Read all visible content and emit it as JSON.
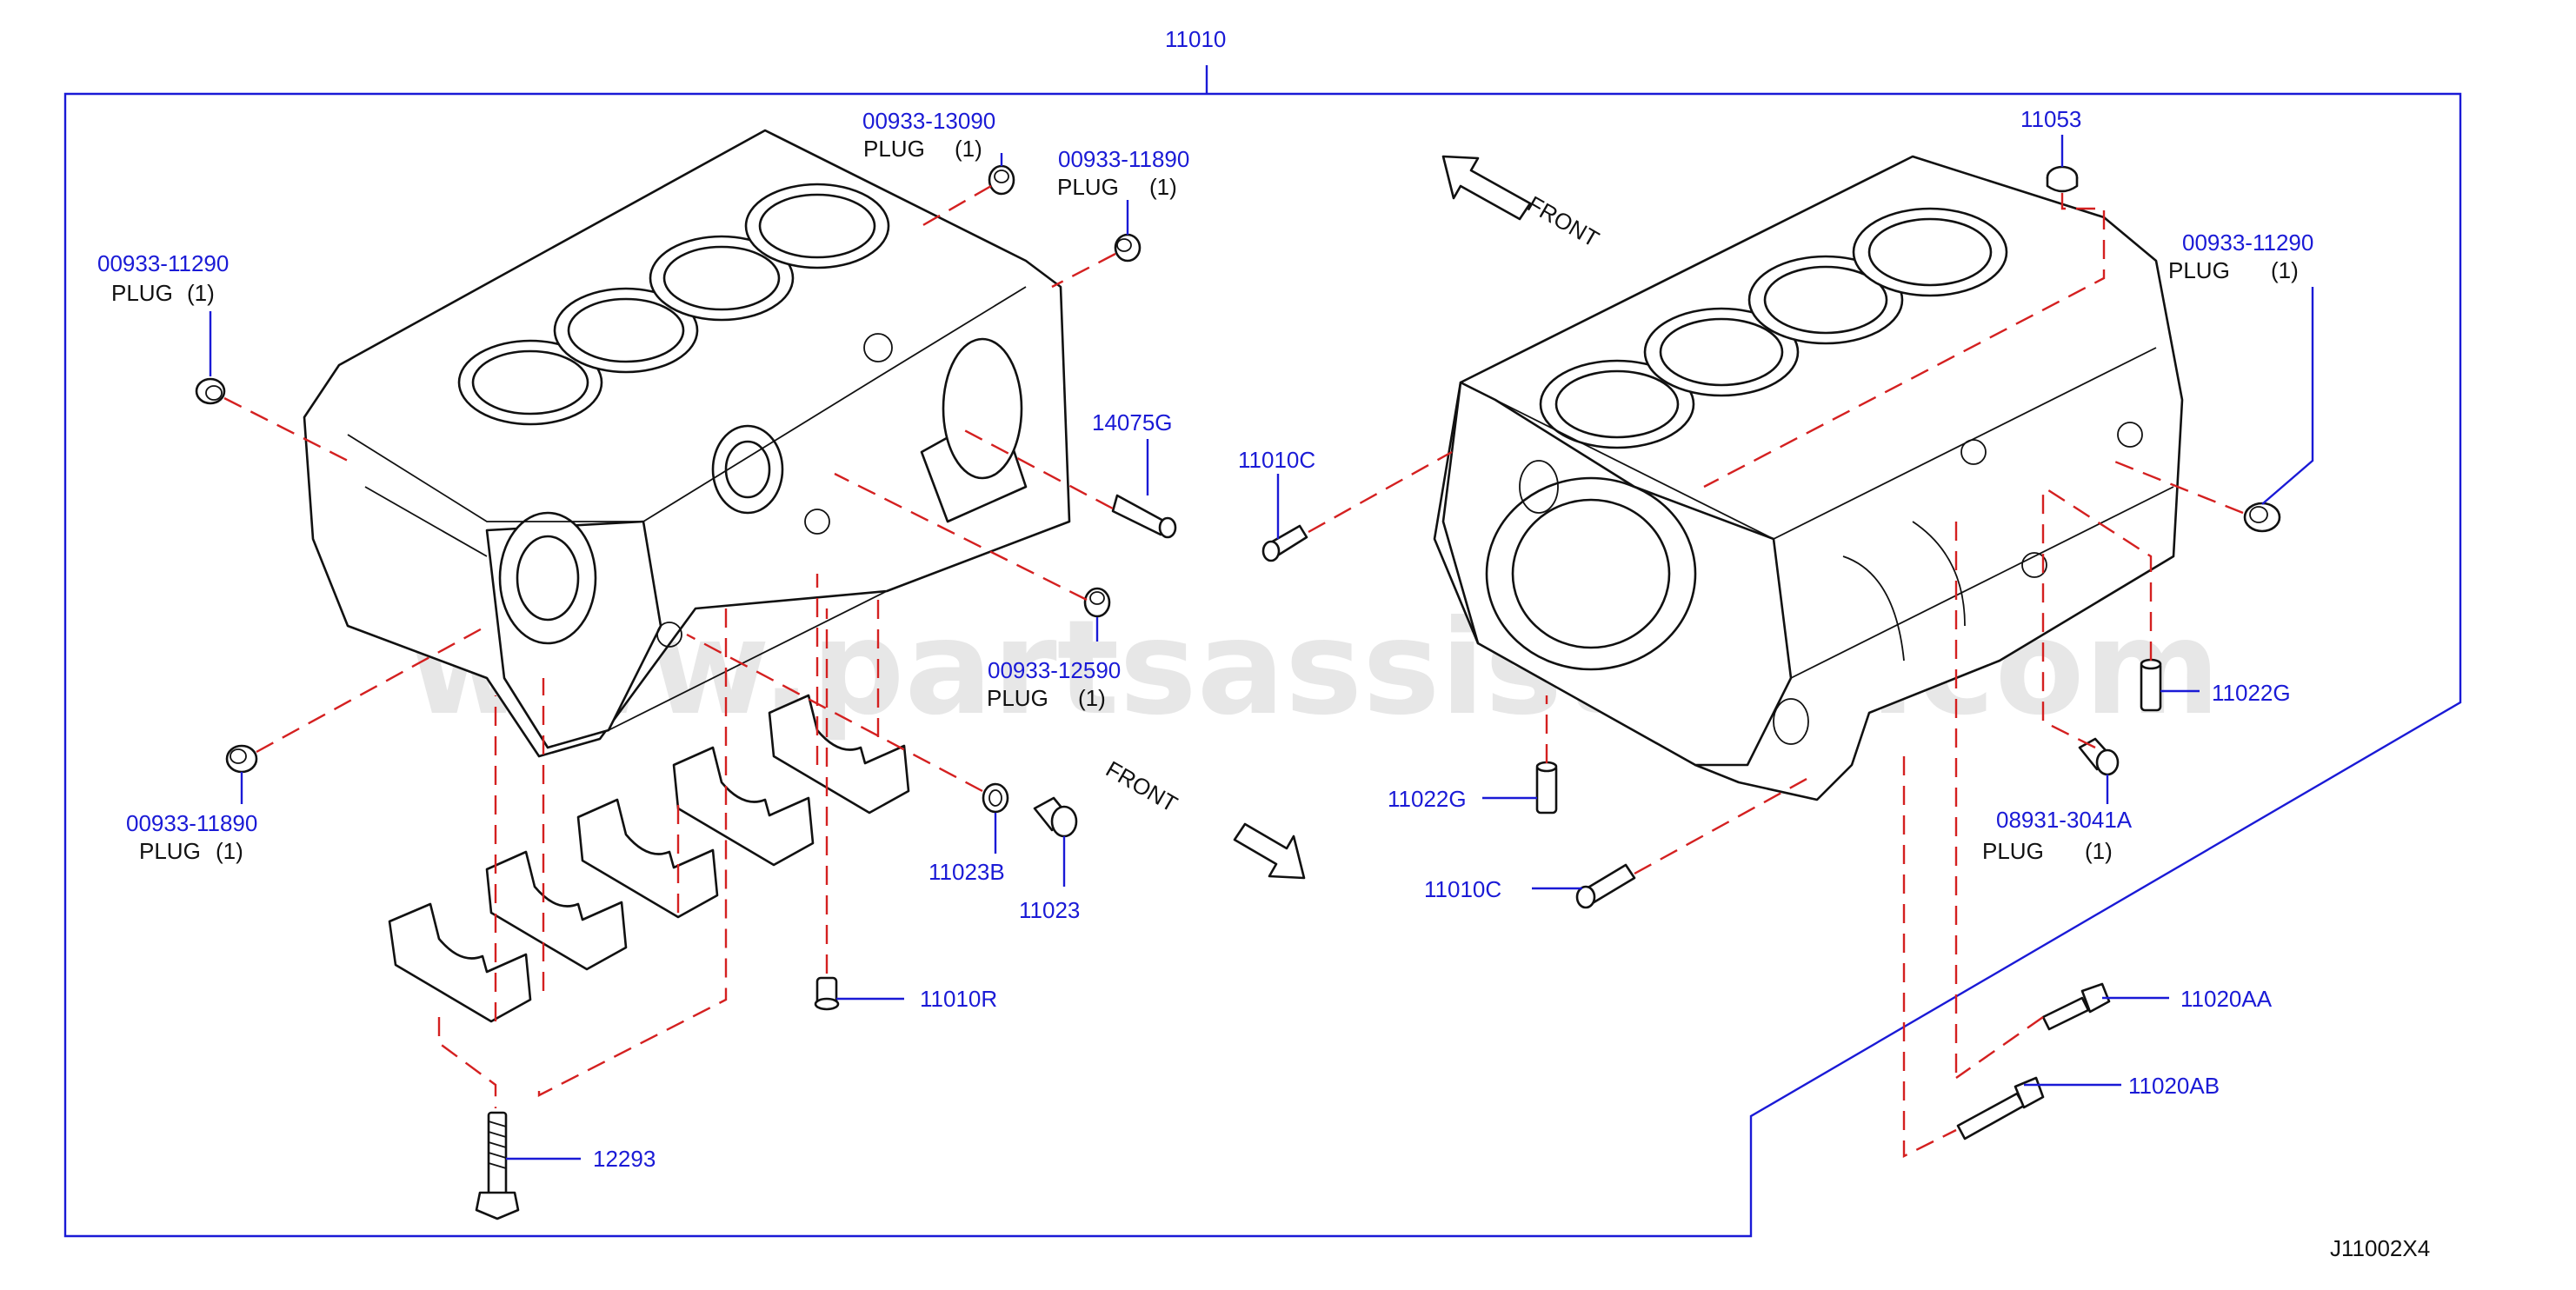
{
  "diagram_code": "J11002X4",
  "watermark": "www.partsassistant.com",
  "front_labels": [
    "FRONT",
    "FRONT"
  ],
  "labels": {
    "p11010": {
      "pn": "11010"
    },
    "p0093313090": {
      "pn": "00933-13090",
      "desc": "PLUG",
      "qty": "(1)"
    },
    "p0093311890_top": {
      "pn": "00933-11890",
      "desc": "PLUG",
      "qty": "(1)"
    },
    "p0093311290_left": {
      "pn": "00933-11290",
      "desc": "PLUG",
      "qty": "(1)"
    },
    "p14075G": {
      "pn": "14075G"
    },
    "p0093312590": {
      "pn": "00933-12590",
      "desc": "PLUG",
      "qty": "(1)"
    },
    "p0093311890_bot": {
      "pn": "00933-11890",
      "desc": "PLUG",
      "qty": "(1)"
    },
    "p11023B": {
      "pn": "11023B"
    },
    "p11023": {
      "pn": "11023"
    },
    "p11010R": {
      "pn": "11010R"
    },
    "p12293": {
      "pn": "12293"
    },
    "p11053": {
      "pn": "11053"
    },
    "p0093311290_right": {
      "pn": "00933-11290",
      "desc": "PLUG",
      "qty": "(1)"
    },
    "p11010C_top": {
      "pn": "11010C"
    },
    "p11022G_right": {
      "pn": "11022G"
    },
    "p11022G_left": {
      "pn": "11022G"
    },
    "p089313041A": {
      "pn": "08931-3041A",
      "desc": "PLUG",
      "qty": "(1)"
    },
    "p11010C_bot": {
      "pn": "11010C"
    },
    "p11020AA": {
      "pn": "11020AA"
    },
    "p11020AB": {
      "pn": "11020AB"
    }
  },
  "colors": {
    "part_number": "#1a1ad6",
    "leader_dashed": "#d42020",
    "line": "#111111"
  }
}
